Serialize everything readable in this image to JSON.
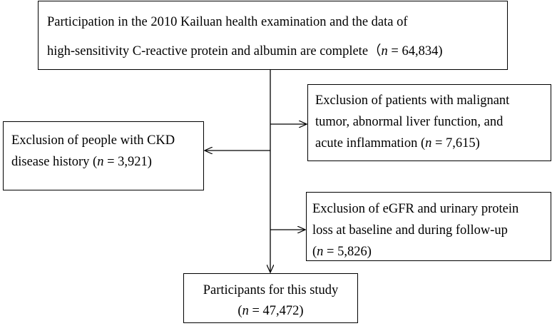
{
  "boxes": {
    "top": {
      "line1": "Participation in the 2010 Kailuan health examination and the data of",
      "line2_prefix": "high-sensitivity C-reactive protein and albumin are complete（",
      "n_symbol": "n",
      "line2_suffix": " = 64,834)"
    },
    "exclusion_tumor": {
      "line1": "Exclusion of patients with malignant",
      "line2": "tumor, abnormal liver function, and",
      "line3_prefix": "acute inflammation (",
      "n_symbol": "n",
      "line3_suffix": " = 7,615)"
    },
    "exclusion_ckd": {
      "line1": "Exclusion of people with CKD",
      "line2_prefix": "disease history (",
      "n_symbol": "n",
      "line2_suffix": " = 3,921)"
    },
    "exclusion_egfr": {
      "line1": "Exclusion of eGFR and urinary protein",
      "line2": "loss at baseline and during follow-up",
      "line3_prefix": "(",
      "n_symbol": "n",
      "line3_suffix": " = 5,826)"
    },
    "final": {
      "line1": "Participants for this study",
      "line2_prefix": "(",
      "n_symbol": "n",
      "line2_suffix": " = 47,472)"
    }
  },
  "colors": {
    "line": "#000000",
    "box_border": "#000000",
    "background": "#ffffff"
  }
}
